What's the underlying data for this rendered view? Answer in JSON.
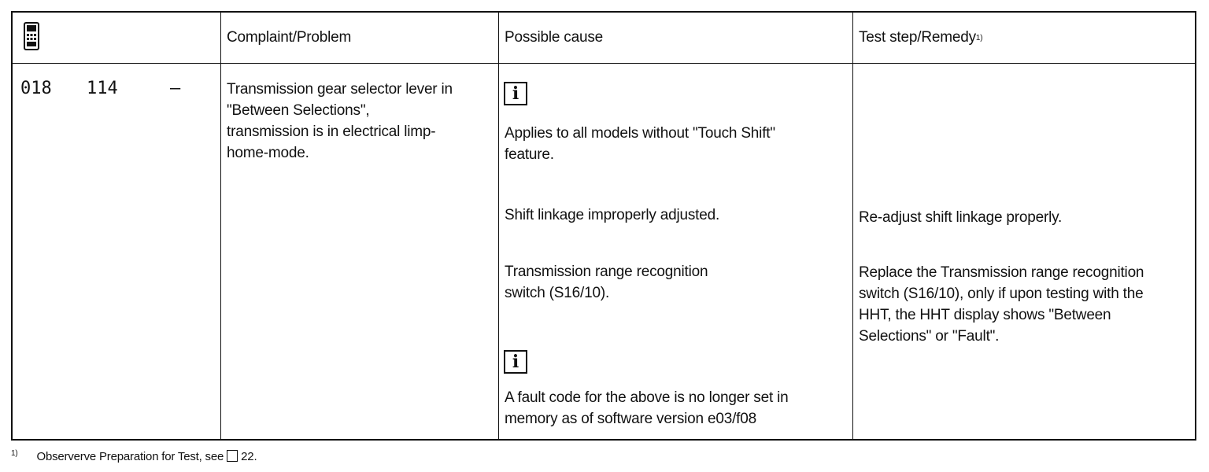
{
  "header": {
    "col_complaint": "Complaint/Problem",
    "col_cause": "Possible cause",
    "col_remedy": "Test step/Remedy",
    "remedy_footnote_mark": "1)"
  },
  "codes": {
    "code1": "018",
    "code2": "114",
    "code3": "—"
  },
  "row": {
    "complaint": [
      "Transmission gear selector lever in",
      "\"Between Selections\",",
      "transmission is in electrical limp-",
      "home-mode."
    ],
    "info_icon_glyph": "i",
    "note1": [
      "Applies to all models without \"Touch Shift\"",
      "feature."
    ],
    "cause1": "Shift linkage improperly adjusted.",
    "remedy1": "Re-adjust shift linkage properly.",
    "cause2": [
      "Transmission range recognition",
      "switch (S16/10)."
    ],
    "remedy2": [
      "Replace the Transmission range recognition",
      "switch (S16/10), only if upon testing with the",
      "HHT, the HHT display shows \"Between",
      "Selections\" or \"Fault\"."
    ],
    "note2": [
      "A fault code for the above is no longer set in",
      "memory as of software version e03/f08"
    ]
  },
  "footnote": {
    "mark": "1)",
    "text": "Observerve Preparation for Test, see",
    "ref": "22."
  },
  "icons": {
    "header_device": "hand-held-tester-icon",
    "info": "info-icon",
    "page_ref": "page-reference-box-icon"
  }
}
